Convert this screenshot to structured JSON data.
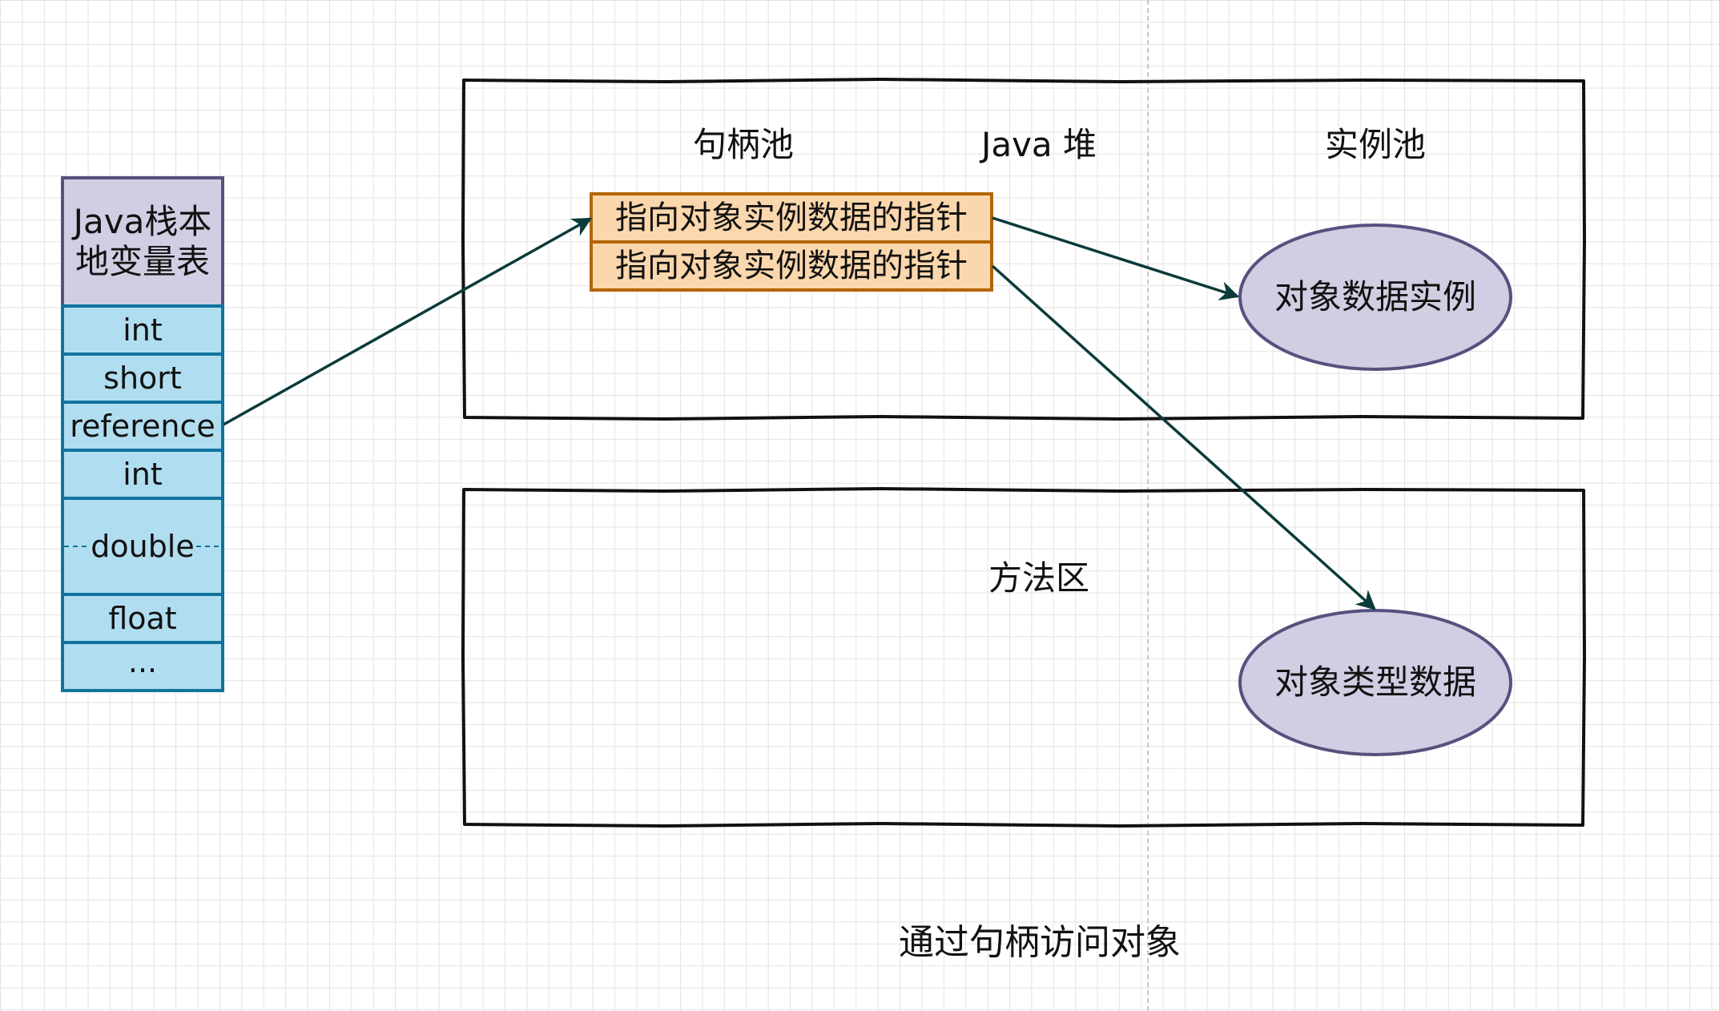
{
  "stack": {
    "title_line1": "Java栈本",
    "title_line2": "地变量表",
    "slots": [
      "int",
      "short",
      "reference",
      "int",
      "double",
      "float",
      "..."
    ]
  },
  "heap": {
    "title": "Java 堆",
    "handle_pool_label": "句柄池",
    "instance_pool_label": "实例池",
    "handles": [
      "指向对象实例数据的指针",
      "指向对象实例数据的指针"
    ],
    "instance_data": "对象数据实例"
  },
  "method_area": {
    "title": "方法区",
    "type_data": "对象类型数据"
  },
  "caption": "通过句柄访问对象",
  "colors": {
    "stack_header_fill": "#d0cee2",
    "stack_header_stroke": "#56517e",
    "slot_fill": "#b1ddf0",
    "slot_stroke": "#10739e",
    "handle_fill": "#fad7ac",
    "handle_stroke": "#b46504",
    "ellipse_fill": "#d0cee2",
    "ellipse_stroke": "#56517e",
    "arrow": "#0b3b3b"
  }
}
